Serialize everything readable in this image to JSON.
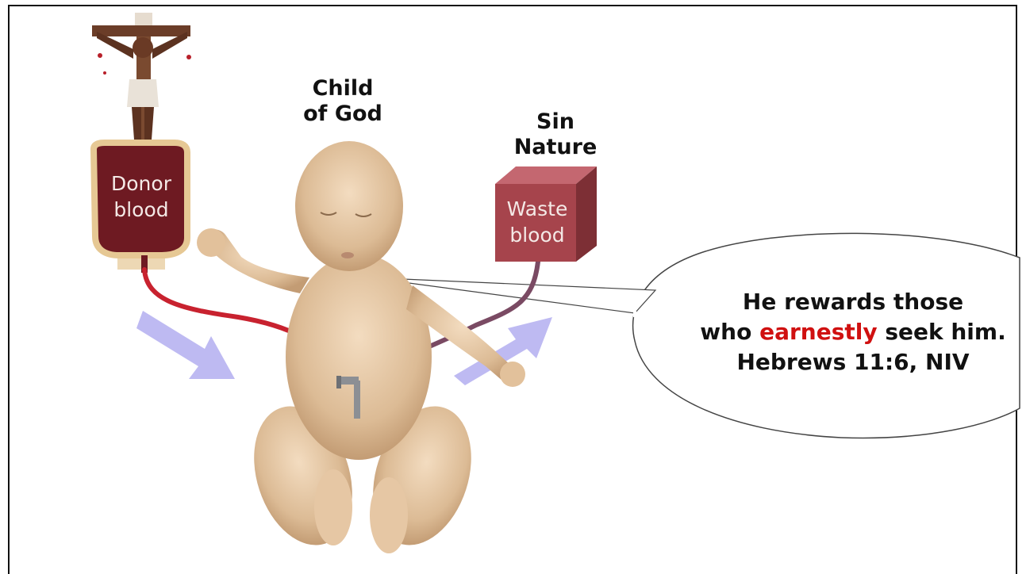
{
  "labels": {
    "child": "Child of God",
    "sin_nature": "Sin Nature",
    "donor_bag": "Donor blood",
    "waste_box": "Waste blood"
  },
  "quote": {
    "line1": "He rewards those",
    "line2_pre": "who ",
    "line2_emphasis": "earnestly",
    "line2_post": " seek him.",
    "citation": "Hebrews 11:6, NIV"
  },
  "colors": {
    "donor_bag": "#6e1a22",
    "donor_tube": "#c8222f",
    "waste_box": "#a6444c",
    "waste_tube": "#7a4a63",
    "arrow": "#b3aef0",
    "emphasis": "#d01010"
  }
}
